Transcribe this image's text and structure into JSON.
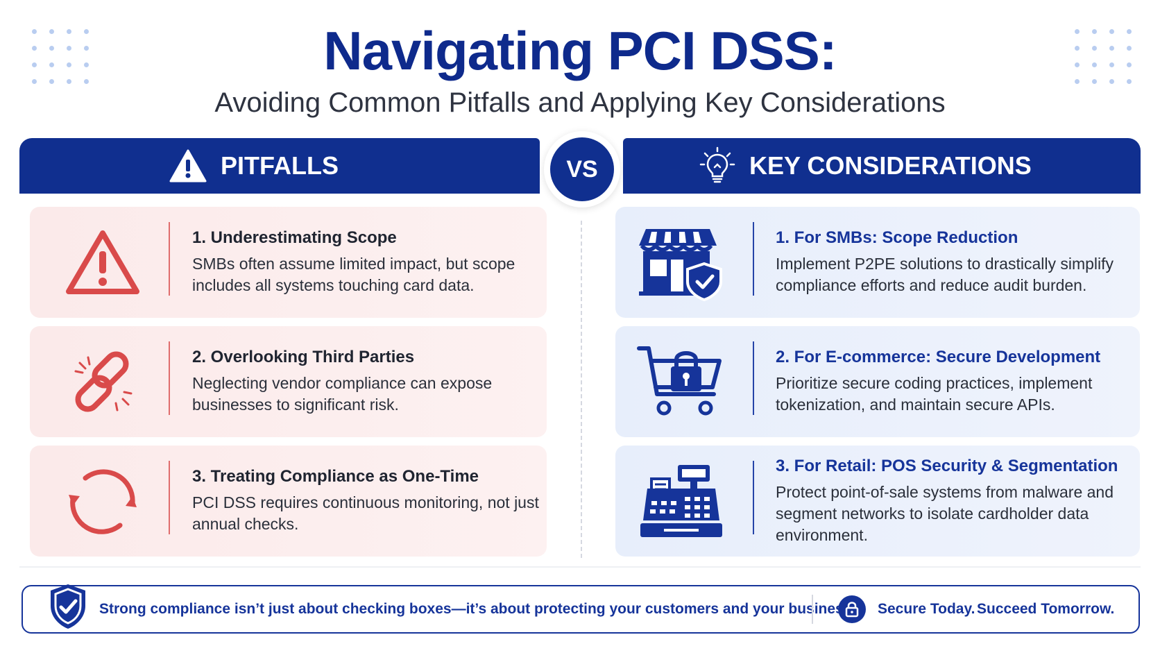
{
  "title": "Navigating PCI DSS:",
  "subtitle": "Avoiding Common Pitfalls and Applying Key Considerations",
  "colors": {
    "navy": "#102f8f",
    "pitfall_red": "#d94a4a",
    "pitfall_bg": "#fbeaea",
    "key_bg": "#e7eefb",
    "dots": "#b9cdf0"
  },
  "banners": {
    "pitfalls": {
      "label": "PITFALLS",
      "icon": "warning-icon"
    },
    "vs": "VS",
    "considerations": {
      "label": "KEY CONSIDERATIONS",
      "icon": "lightbulb-icon"
    }
  },
  "pitfalls": [
    {
      "heading": "1. Underestimating Scope",
      "description": "SMBs often assume limited impact, but scope includes all systems touching card data.",
      "icon": "warning-triangle-icon"
    },
    {
      "heading": "2. Overlooking Third Parties",
      "description": "Neglecting vendor compliance can expose businesses to significant risk.",
      "icon": "broken-link-icon"
    },
    {
      "heading": "3. Treating Compliance as One-Time",
      "description": "PCI DSS requires continuous monitoring, not just annual checks.",
      "icon": "cycle-arrows-icon"
    }
  ],
  "considerations": [
    {
      "heading": "1. For SMBs: Scope Reduction",
      "description": "Implement P2PE solutions to drastically simplify compliance efforts and reduce audit burden.",
      "icon": "storefront-shield-icon"
    },
    {
      "heading": "2. For E-commerce: Secure Development",
      "description": "Prioritize secure coding practices, implement tokenization, and maintain secure APIs.",
      "icon": "cart-lock-icon"
    },
    {
      "heading": "3. For Retail: POS Security & Segmentation",
      "description": "Protect point-of-sale systems from malware and segment networks to isolate cardholder data environment.",
      "icon": "cash-register-icon"
    }
  ],
  "footer": {
    "message": "Strong compliance isn’t just about checking boxes—it’s about protecting your customers and your business.",
    "tagline_1": "Secure Today.",
    "tagline_2": "Succeed Tomorrow."
  }
}
